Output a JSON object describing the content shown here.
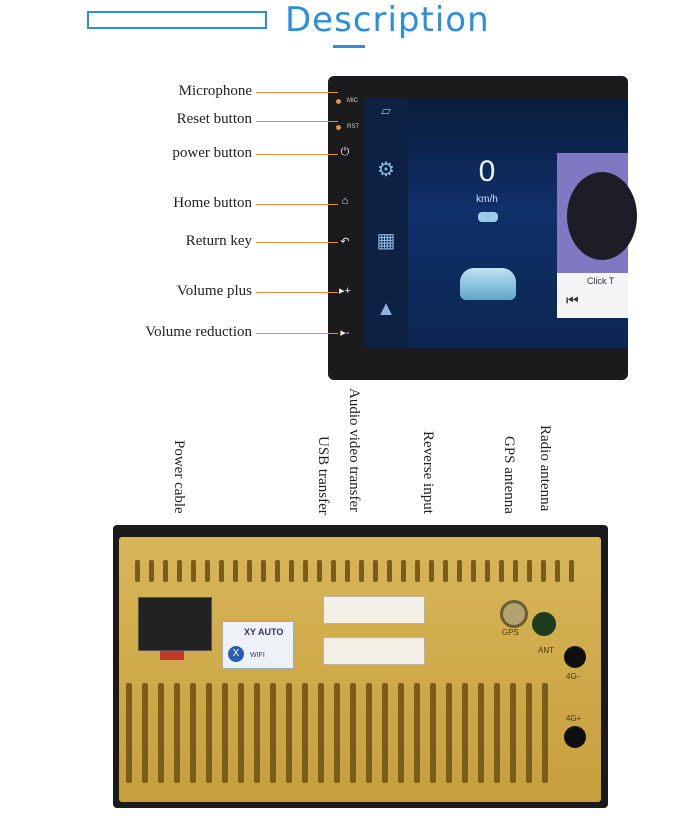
{
  "header": {
    "title": "Description"
  },
  "front_labels": [
    {
      "name": "microphone-label",
      "text": "Microphone"
    },
    {
      "name": "reset-button-label",
      "text": "Reset button"
    },
    {
      "name": "power-button-label",
      "text": "power button"
    },
    {
      "name": "home-button-label",
      "text": "Home button"
    },
    {
      "name": "return-key-label",
      "text": "Return key"
    },
    {
      "name": "volume-plus-label",
      "text": "Volume plus"
    },
    {
      "name": "volume-reduction-label",
      "text": "Volume reduction"
    }
  ],
  "device": {
    "mic_text": "MIC",
    "rst_text": "RST",
    "speed_value": "0",
    "speed_unit": "km/h",
    "media_text": "Click T",
    "icons": {
      "power": "power-icon",
      "home": "home-icon",
      "return": "return-icon",
      "vol_plus": "volume-plus-icon",
      "vol_minus": "volume-minus-icon"
    }
  },
  "rear_labels": [
    {
      "name": "power-cable-label",
      "text": "Power cable"
    },
    {
      "name": "usb-transfer-label",
      "text": "USB transfer"
    },
    {
      "name": "audio-video-transfer-label",
      "text": "Audio video transfer"
    },
    {
      "name": "reverse-input-label",
      "text": "Reverse input"
    },
    {
      "name": "gps-antenna-label",
      "text": "GPS antenna"
    },
    {
      "name": "radio-antenna-label",
      "text": "Radio antenna"
    }
  ],
  "rear_unit": {
    "sticker_brand": "XY AUTO",
    "sticker_sub": "WIFI",
    "port_gps": "GPS",
    "port_ant": "ANT",
    "port_4g_minus": "4G-",
    "port_4g_plus": "4G+"
  },
  "colors": {
    "accent": "#2a8fe0",
    "leader": "#e3913a",
    "plate": "#d2ad4f"
  }
}
